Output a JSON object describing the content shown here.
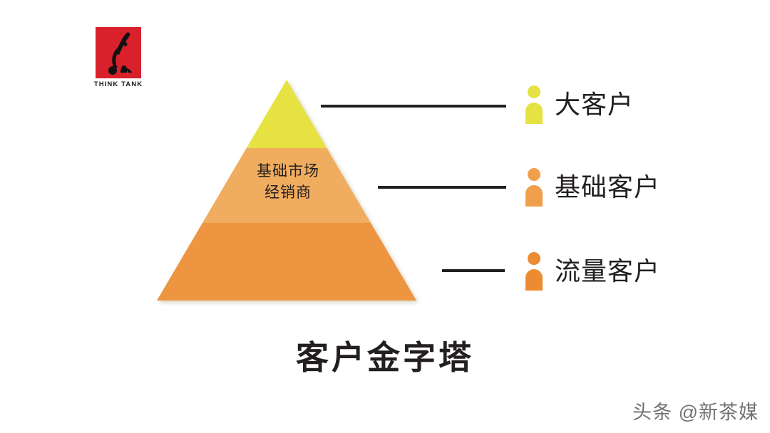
{
  "logo": {
    "text": "THINK TANK",
    "icon": "think-tank-diver-logo",
    "background_color": "#D8212A"
  },
  "pyramid": {
    "mid_label_line1": "基础市场",
    "mid_label_line2": "经销商",
    "tiers": [
      {
        "name": "top",
        "color": "#E6E243",
        "label": ""
      },
      {
        "name": "middle",
        "color": "#F0AC5E",
        "label": "基础市场 经销商"
      },
      {
        "name": "bottom",
        "color": "#ED9540",
        "label": ""
      }
    ]
  },
  "legend": {
    "items": [
      {
        "label": "大客户",
        "color": "#E6E243",
        "icon": "person-icon"
      },
      {
        "label": "基础客户",
        "color": "#F0A04B",
        "icon": "person-icon"
      },
      {
        "label": "流量客户",
        "color": "#ED8B33",
        "icon": "person-icon"
      }
    ]
  },
  "title": "客户金字塔",
  "watermark": "头条 @新茶媒",
  "colors": {
    "line": "#231f20",
    "background": "#ffffff"
  }
}
